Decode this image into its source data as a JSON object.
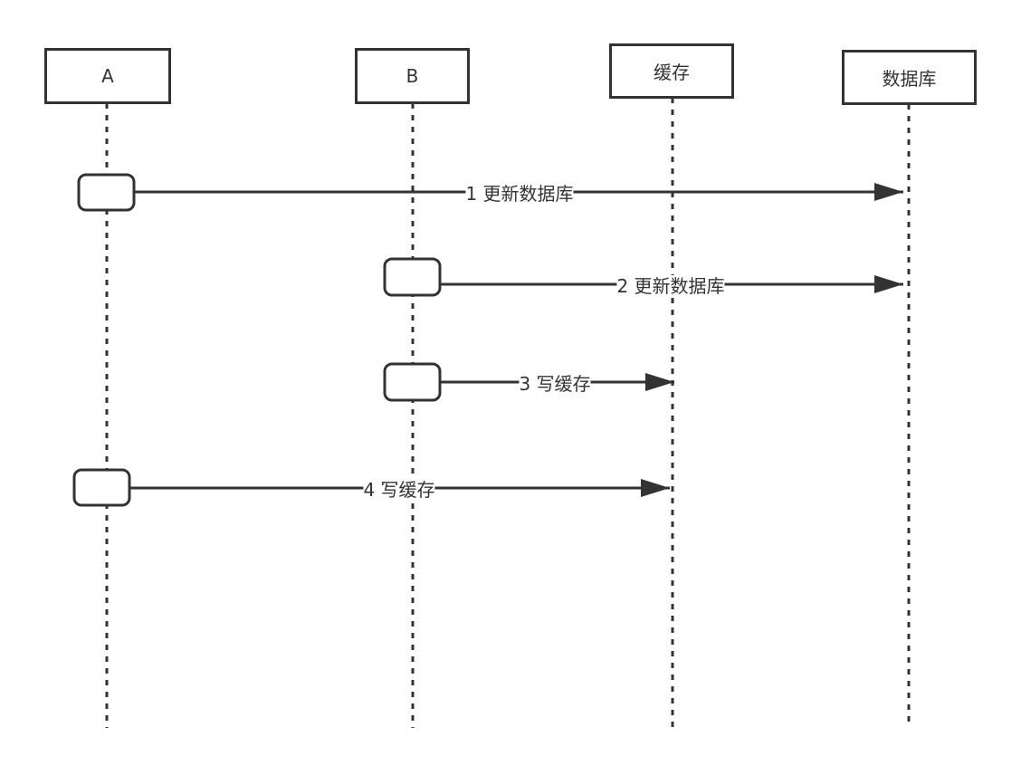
{
  "participants": [
    {
      "id": "A",
      "label": "A"
    },
    {
      "id": "B",
      "label": "B"
    },
    {
      "id": "cache",
      "label": "缓存"
    },
    {
      "id": "db",
      "label": "数据库"
    }
  ],
  "messages": [
    {
      "from": "A",
      "to": "db",
      "label": "1 更新数据库"
    },
    {
      "from": "B",
      "to": "db",
      "label": "2 更新数据库"
    },
    {
      "from": "B",
      "to": "cache",
      "label": "3 写缓存"
    },
    {
      "from": "A",
      "to": "cache",
      "label": "4 写缓存"
    }
  ],
  "colors": {
    "stroke": "#333333",
    "background": "#ffffff"
  }
}
